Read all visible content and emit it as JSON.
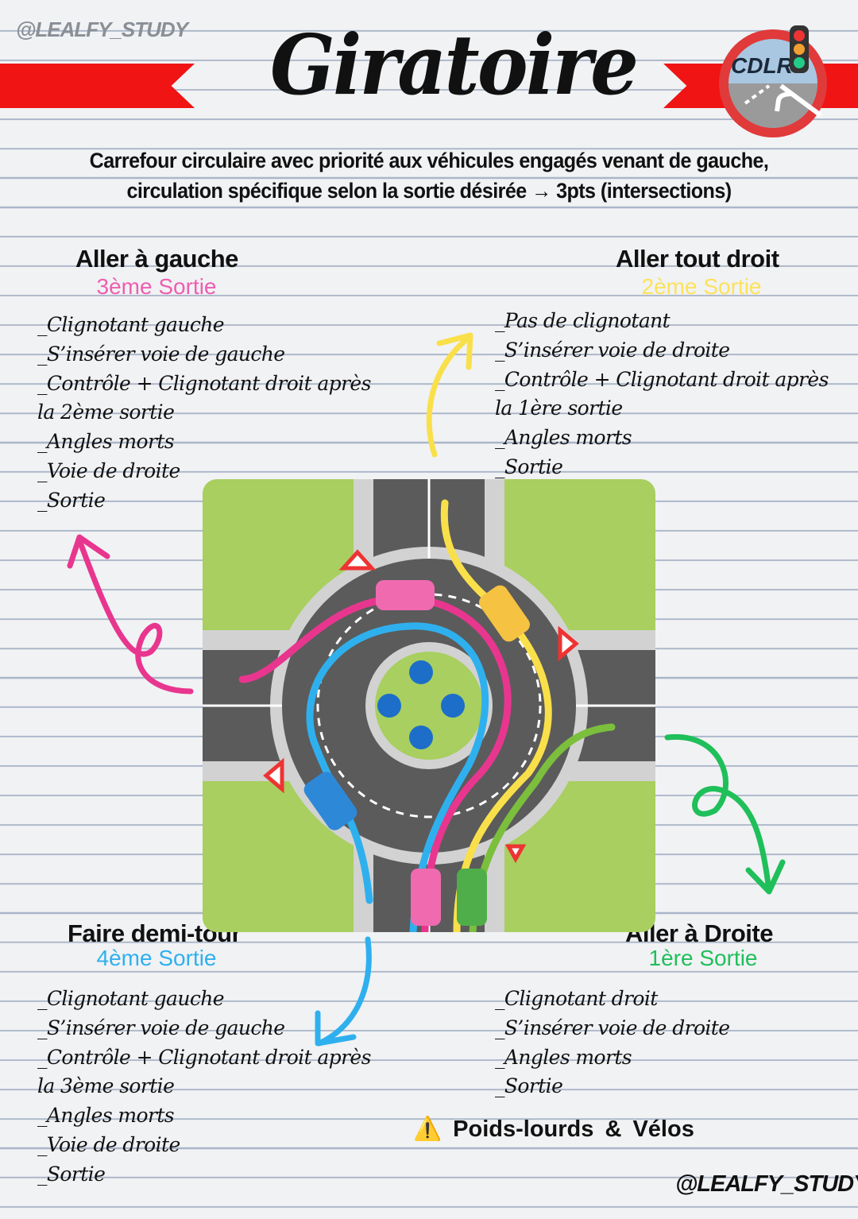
{
  "watermark_top": "@LEALFY_STUDY",
  "watermark_bottom": "@LEALFY_STUDY",
  "title": "Giratoire",
  "logo": {
    "text": "CDLR",
    "icon": "traffic-light-road-logo"
  },
  "intro": [
    "Carrefour circulaire avec priorité aux véhicules engagés venant de gauche,",
    "circulation spécifique selon la sortie désirée → 3pts (intersections)"
  ],
  "colors": {
    "ribbon": "#f01414",
    "left": "#e8368f",
    "straight": "#f9e04b",
    "uturn": "#2fb0ee",
    "right": "#1fbf5a"
  },
  "sections": {
    "left": {
      "heading": "Aller à gauche",
      "exit": "3ème Sortie",
      "items": [
        "_Clignotant gauche",
        "_S’insérer voie de gauche",
        "_Contrôle + Clignotant droit après",
        "la 2ème sortie",
        "_Angles morts",
        "_Voie de droite",
        "_Sortie"
      ]
    },
    "straight": {
      "heading": "Aller tout droit",
      "exit": "2ème Sortie",
      "items": [
        "_Pas de clignotant",
        "_S’insérer voie de droite",
        "_Contrôle + Clignotant droit après",
        "la 1ère sortie",
        "_Angles morts",
        "_Sortie"
      ]
    },
    "uturn": {
      "heading": "Faire demi-tour",
      "exit": "4ème Sortie",
      "items": [
        "_Clignotant gauche",
        "_S’insérer  voie de gauche",
        "_Contrôle + Clignotant  droit après",
        "la 3ème sortie",
        "_Angles morts",
        "_Voie de droite",
        "_Sortie"
      ]
    },
    "right": {
      "heading": "Aller à Droite",
      "exit": "1ère Sortie",
      "items": [
        "_Clignotant droit",
        "_S’insérer voie de droite",
        "_Angles morts",
        "_Sortie"
      ]
    }
  },
  "warning": {
    "icon": "warning-icon",
    "glyph": "⚠️",
    "text": "Poids-lourds  &  Vélos"
  }
}
